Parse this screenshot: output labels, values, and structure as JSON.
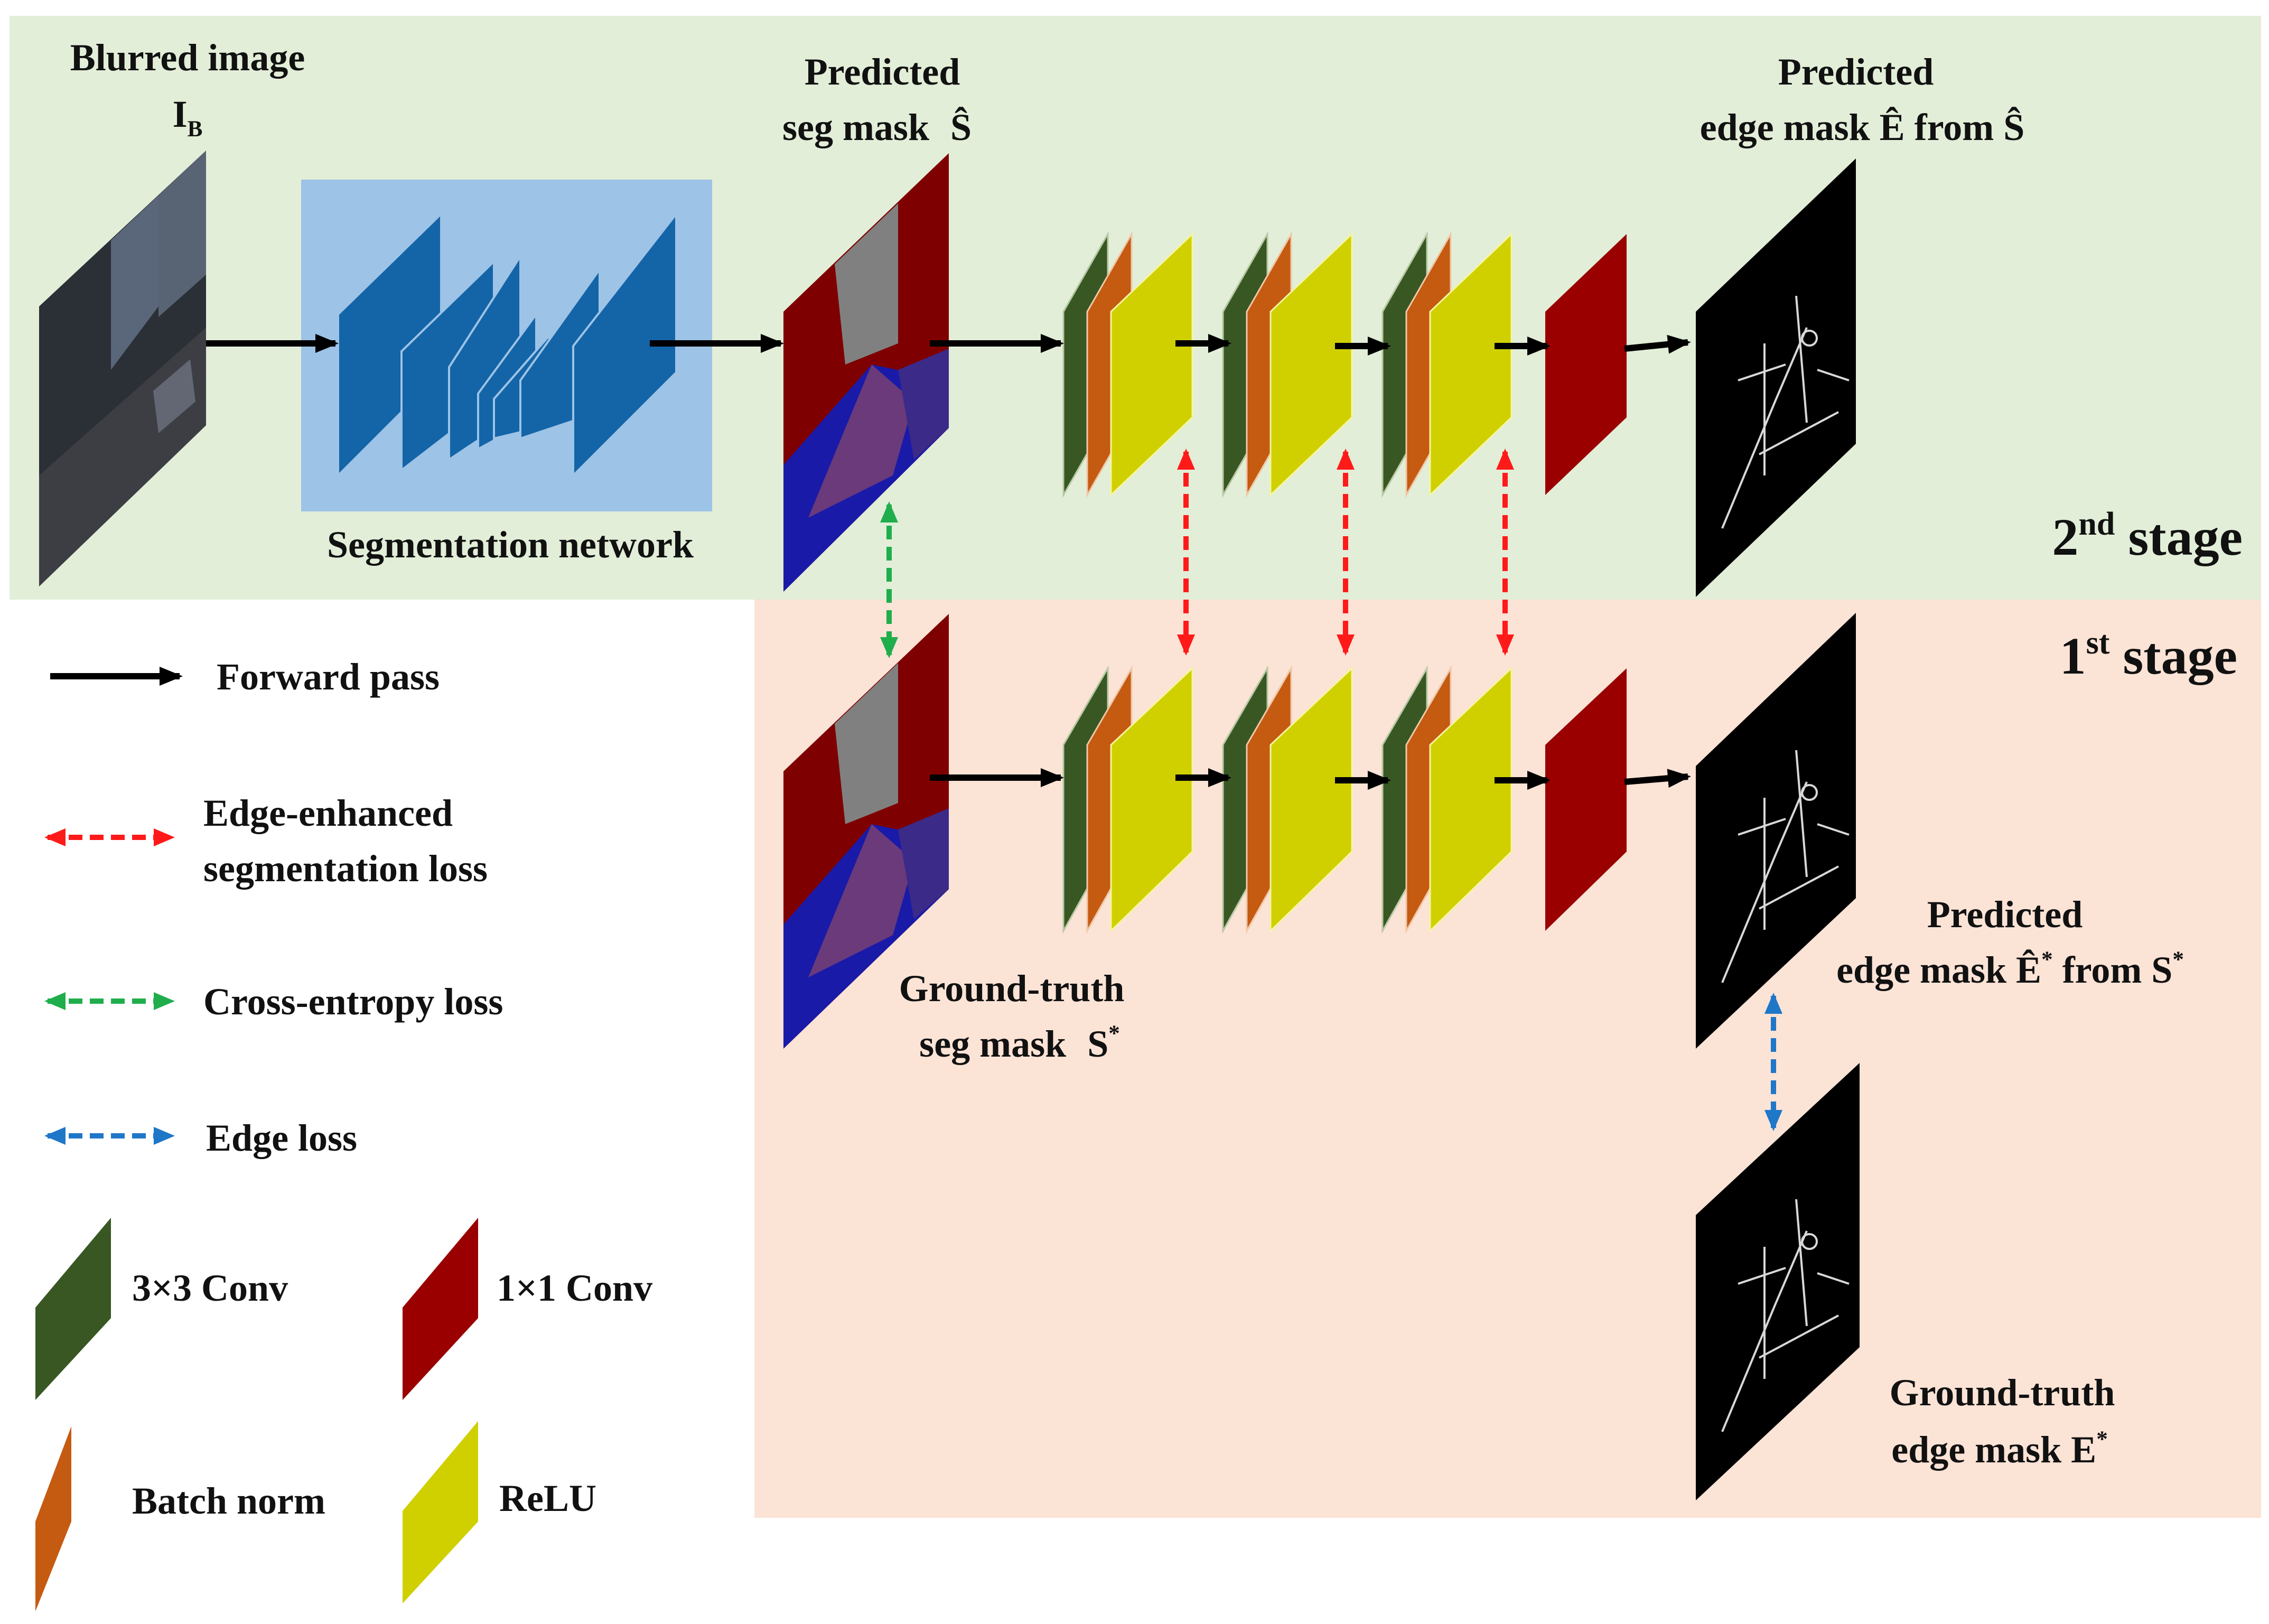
{
  "colors": {
    "stage2_bg": "#e2eed8",
    "stage1_bg": "#fbe3d6",
    "seg_net_bg": "#9dc3e6",
    "seg_net_layer": "#1464a8",
    "conv3": "#385723",
    "batchnorm": "#c55a11",
    "relu": "#d0d000",
    "conv1": "#9a0000",
    "forward": "#000000",
    "edge_seg_loss": "#ff1a1a",
    "ce_loss": "#1fae4b",
    "edge_loss": "#1f77c8"
  },
  "labels": {
    "blurred_image": "Blurred image",
    "blurred_symbol": "I",
    "blurred_sub": "B",
    "seg_network": "Segmentation network",
    "pred_seg_line1": "Predicted",
    "pred_seg_line2": "seg mask",
    "pred_seg_symbol": "Ŝ",
    "pred_edge_line1": "Predicted",
    "pred_edge_line2": "edge mask Ê from Ŝ",
    "stage2_num": "2",
    "stage2_sup": "nd",
    "stage2_word": " stage",
    "stage1_num": "1",
    "stage1_sup": "st",
    "stage1_word": " stage",
    "gt_seg_line1": "Ground-truth",
    "gt_seg_line2": "seg mask",
    "gt_seg_symbol": "S",
    "star": "*",
    "pred_edge_gt_line1": "Predicted",
    "pred_edge_gt_a": "edge mask Ê",
    "pred_edge_gt_b": " from S",
    "gt_edge_line1": "Ground-truth",
    "gt_edge_line2": "edge mask E"
  },
  "legend": {
    "forward_pass": "Forward pass",
    "edge_seg_line1": "Edge-enhanced",
    "edge_seg_line2": "segmentation loss",
    "cross_entropy": "Cross-entropy loss",
    "edge_loss": "Edge loss",
    "conv3": "3×3 Conv",
    "conv1": "1×1 Conv",
    "batchnorm": "Batch norm",
    "relu": "ReLU"
  }
}
